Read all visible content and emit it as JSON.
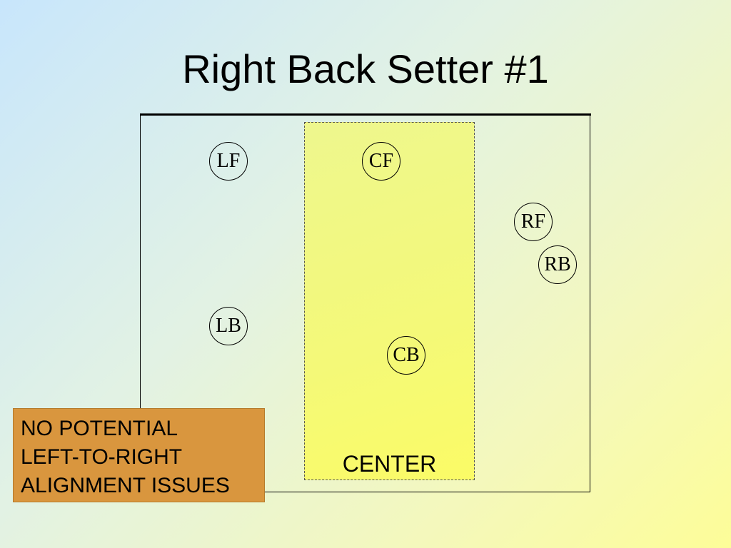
{
  "slide": {
    "title": "Right Back Setter #1"
  },
  "court": {
    "center_label": "CENTER"
  },
  "players": {
    "lf": "LF",
    "cf": "CF",
    "rf": "RF",
    "rb": "RB",
    "lb": "LB",
    "cb": "CB"
  },
  "note": {
    "lines": [
      "NO POTENTIAL",
      "LEFT-TO-RIGHT",
      "ALIGNMENT ISSUES"
    ]
  },
  "colors": {
    "note_background": "#d9963e",
    "center_zone": "#f4f978"
  }
}
